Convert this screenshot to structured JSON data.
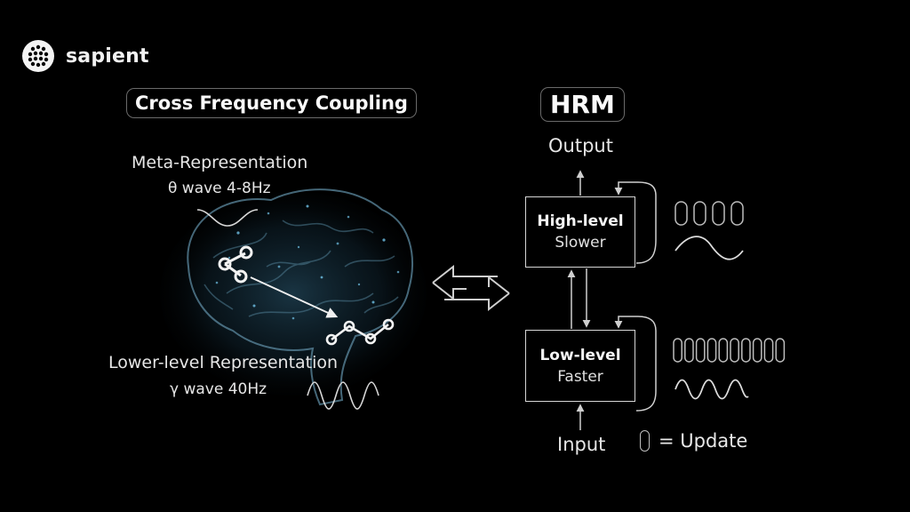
{
  "brand": {
    "name": "sapient",
    "logo_icon": "grid-dots-logo-icon"
  },
  "left_panel": {
    "title": "Cross Frequency Coupling",
    "meta_label": "Meta-Representation",
    "theta_label": "θ wave 4-8Hz",
    "lower_label": "Lower-level Representation",
    "gamma_label": "γ wave 40Hz",
    "illustration": "brain-icon"
  },
  "exchange_icon": "bidirectional-arrow-icon",
  "right_panel": {
    "title": "HRM",
    "output_label": "Output",
    "input_label": "Input",
    "high_module": {
      "title": "High-level",
      "subtitle": "Slower",
      "update_count": 4
    },
    "low_module": {
      "title": "Low-level",
      "subtitle": "Faster",
      "update_count": 10
    },
    "legend": {
      "symbol": "update-segment-icon",
      "text": "= Update"
    }
  },
  "colors": {
    "background": "#000000",
    "foreground": "#e8e8e8",
    "brain_glow": "#4fa0c8"
  }
}
